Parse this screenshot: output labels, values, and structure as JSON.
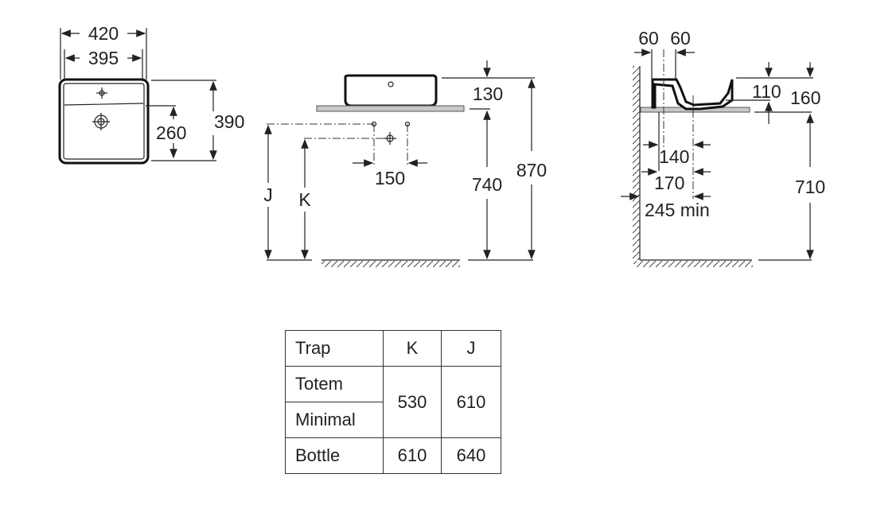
{
  "top_view": {
    "width_outer": "420",
    "width_inner": "395",
    "depth": "390",
    "drain_offset": "260"
  },
  "front_view": {
    "height_basin": "130",
    "height_counter": "740",
    "height_total": "870",
    "trap_spacing": "150",
    "label_j": "J",
    "label_k": "K"
  },
  "side_view": {
    "left_60": "60",
    "right_60": "60",
    "inner_depth": "110",
    "basin_height": "160",
    "counter_height": "710",
    "dist_140": "140",
    "dist_170": "170",
    "dist_245": "245 min"
  },
  "table": {
    "headers": [
      "Trap",
      "K",
      "J"
    ],
    "rows": [
      {
        "trap": "Totem"
      },
      {
        "trap": "Minimal"
      },
      {
        "trap": "Bottle",
        "k": "610",
        "j": "640"
      }
    ],
    "merged": {
      "k": "530",
      "j": "610"
    }
  },
  "colors": {
    "line": "#222222",
    "counter": "#c8c8c8"
  }
}
